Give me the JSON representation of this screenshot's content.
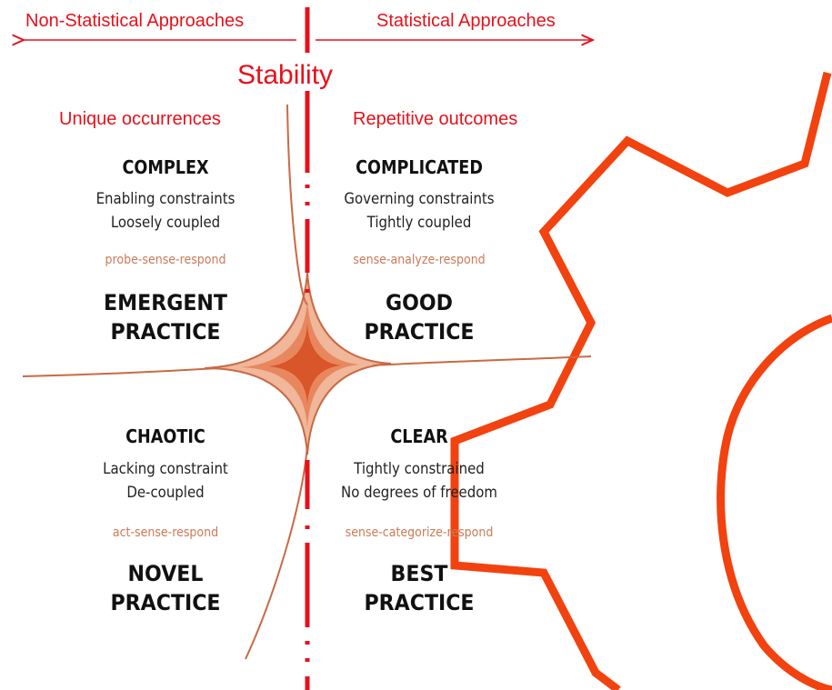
{
  "header": {
    "left_approach": "Non-Statistical Approaches",
    "right_approach": "Statistical Approaches",
    "axis_label": "Stability",
    "left_sub": "Unique occurrences",
    "right_sub": "Repetitive outcomes"
  },
  "domains": {
    "complex": {
      "name": "COMPLEX",
      "desc": [
        "Enabling constraints",
        "Loosely coupled"
      ],
      "method": "probe-sense-respond",
      "practice": [
        "EMERGENT",
        "PRACTICE"
      ]
    },
    "complicated": {
      "name": "COMPLICATED",
      "desc": [
        "Governing constraints",
        "Tightly coupled"
      ],
      "method": "sense-analyze-respond",
      "practice": [
        "GOOD",
        "PRACTICE"
      ]
    },
    "chaotic": {
      "name": "CHAOTIC",
      "desc": [
        "Lacking constraint",
        "De-coupled"
      ],
      "method": "act-sense-respond",
      "practice": [
        "NOVEL",
        "PRACTICE"
      ]
    },
    "clear": {
      "name": "CLEAR",
      "desc": [
        "Tightly constrained",
        "No degrees of freedom"
      ],
      "method": "sense-categorize-respond",
      "practice": [
        "BEST",
        "PRACTICE"
      ]
    }
  },
  "colors": {
    "accent_red": "#e8101a",
    "gear_orange": "#f2420f",
    "cusp_stroke": "#c86a45",
    "cusp_fill_light": "#f0b79a",
    "cusp_fill_mid": "#e8875e",
    "cusp_fill_dark": "#d9552a",
    "method_text": "#cd7a55"
  }
}
